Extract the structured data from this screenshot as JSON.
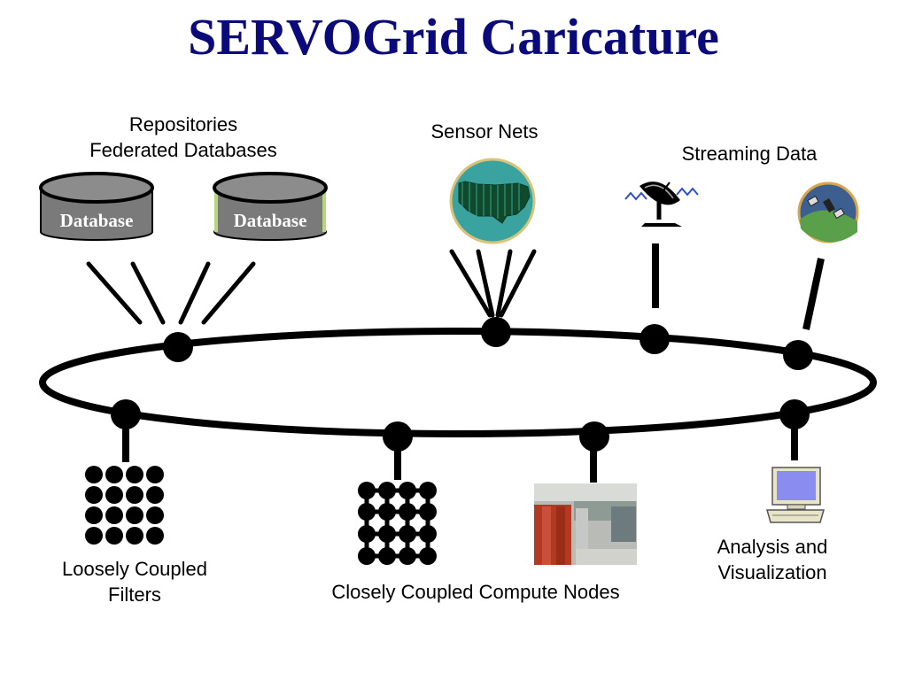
{
  "title": "SERVOGrid Caricature",
  "labels": {
    "repositories_line1": "Repositories",
    "repositories_line2": "Federated Databases",
    "sensor_nets": "Sensor Nets",
    "streaming_data": "Streaming Data",
    "loosely_line1": "Loosely Coupled",
    "loosely_line2": "Filters",
    "closely": "Closely Coupled Compute Nodes",
    "analysis_line1": "Analysis and",
    "analysis_line2": "Visualization"
  },
  "databases": [
    {
      "label": "Database"
    },
    {
      "label": "Database"
    }
  ],
  "icons": {
    "sensor": "us-map-globe-icon",
    "antenna": "satellite-dish-icon",
    "satellite": "satellite-orbit-icon",
    "compute_room": "server-room-photo-icon",
    "workstation": "computer-monitor-icon"
  },
  "colors": {
    "title": "#0a0a7a",
    "database_fill": "#7a7a7a",
    "database_edge": "#b5d67a",
    "globe": "#3aa3a0",
    "ring": "#000000"
  }
}
